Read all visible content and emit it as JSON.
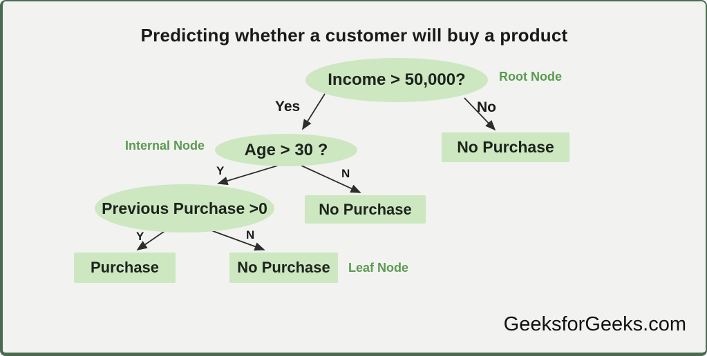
{
  "title": "Predicting whether a customer will buy a product",
  "watermark": "GeeksforGeeks.com",
  "colors": {
    "background": "#f2f2f0",
    "frame_border": "#4a6b52",
    "node_fill": "#cde7c1",
    "node_text": "#1c241c",
    "annotation_green": "#5a9b50",
    "arrow": "#2d2d2d"
  },
  "nodes": {
    "root": {
      "label": "Income > 50,000?",
      "shape": "ellipse"
    },
    "age": {
      "label": "Age > 30 ?",
      "shape": "ellipse"
    },
    "previous_purchase": {
      "label": "Previous Purchase >0",
      "shape": "ellipse"
    },
    "no_purchase_top": {
      "label": "No Purchase",
      "shape": "rect"
    },
    "no_purchase_mid": {
      "label": "No Purchase",
      "shape": "rect"
    },
    "purchase": {
      "label": "Purchase",
      "shape": "rect"
    },
    "no_purchase_bottom": {
      "label": "No Purchase",
      "shape": "rect"
    }
  },
  "edge_labels": {
    "root_yes": "Yes",
    "root_no": "No",
    "age_yes": "Y",
    "age_no": "N",
    "previous_yes": "Y",
    "previous_no": "N"
  },
  "annotations": {
    "root": "Root Node",
    "internal": "Internal Node",
    "leaf": "Leaf Node"
  }
}
